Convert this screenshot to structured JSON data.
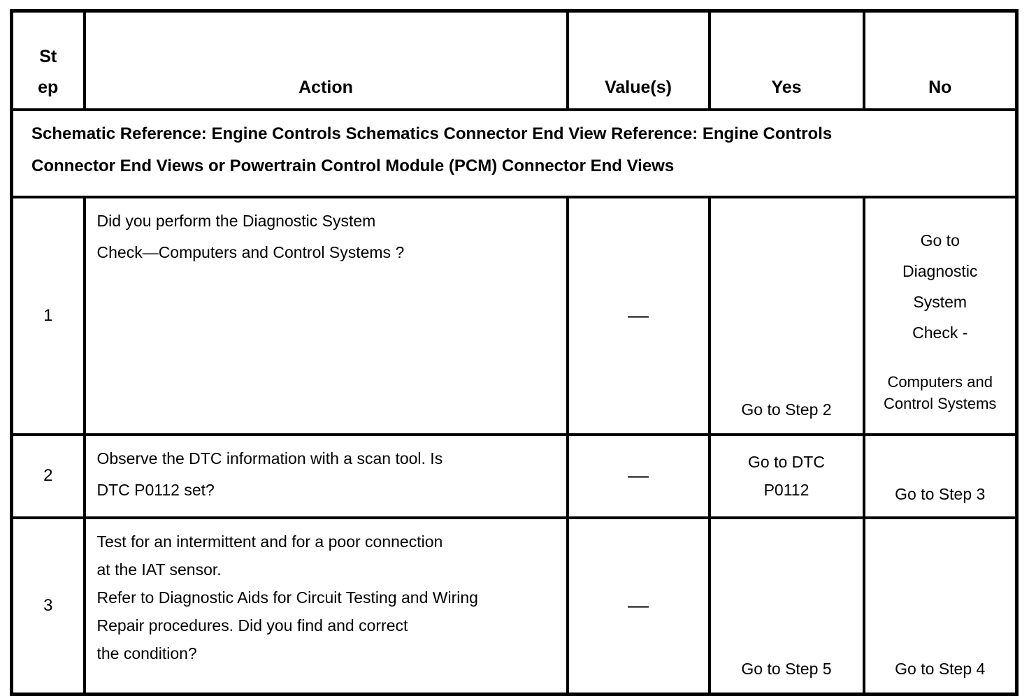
{
  "table": {
    "headers": {
      "step": "St\nep",
      "action": "Action",
      "values": "Value(s)",
      "yes": "Yes",
      "no": "No"
    },
    "schematic_note": "Schematic Reference: Engine Controls Schematics Connector End View Reference: Engine Controls\nConnector End Views or Powertrain Control Module (PCM) Connector End Views",
    "rows": [
      {
        "step": "1",
        "action": "Did you perform the Diagnostic System\nCheck—Computers and Control Systems ?",
        "value": "—",
        "yes": "Go to Step 2",
        "no_top": "Go to\nDiagnostic\nSystem\nCheck -",
        "no_bottom": "Computers and\nControl Systems"
      },
      {
        "step": "2",
        "action": "Observe the DTC information with a scan tool. Is\nDTC P0112 set?",
        "value": "—",
        "yes": "Go to DTC\nP0112",
        "no": "Go to Step 3"
      },
      {
        "step": "3",
        "action": "Test for an intermittent and for a poor connection\nat the IAT sensor.\nRefer to Diagnostic Aids for Circuit Testing and Wiring\nRepair procedures. Did you find and correct\nthe condition?",
        "value": "—",
        "yes": "Go to Step 5",
        "no": "Go to Step 4"
      }
    ]
  }
}
